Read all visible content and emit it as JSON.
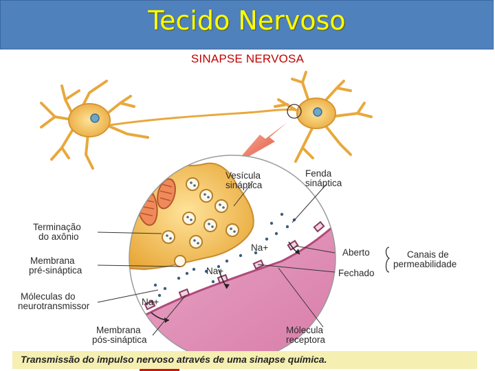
{
  "header": {
    "title": "Tecido Nervoso"
  },
  "subtitle": "SINAPSE NERVOSA",
  "labels": {
    "vesicula": [
      "Vesícula",
      "sináptica"
    ],
    "fenda": [
      "Fenda",
      "sináptica"
    ],
    "terminacao": [
      "Terminação",
      "do axônio"
    ],
    "membrana_pre": [
      "Membrana",
      "pré-sináptica"
    ],
    "moleculas": [
      "Móleculas do",
      "neurotransmissor"
    ],
    "membrana_pos": [
      "Membrana",
      "pós-sináptica"
    ],
    "molecula_receptora": [
      "Mólecula",
      "receptora"
    ],
    "aberto": "Aberto",
    "fechado": "Fechado",
    "canais": [
      "Canais de",
      "permeabilidade"
    ],
    "na1": "Na+",
    "na2": "Na+",
    "na3": "Na+"
  },
  "caption": "Transmissão do impulso nervoso através de uma sinapse química.",
  "colors": {
    "header": "#4f81bd",
    "title": "#ffff00",
    "subtitle": "#c00000",
    "neuron": "#f3c25a",
    "membrane": "#c95b8e"
  }
}
